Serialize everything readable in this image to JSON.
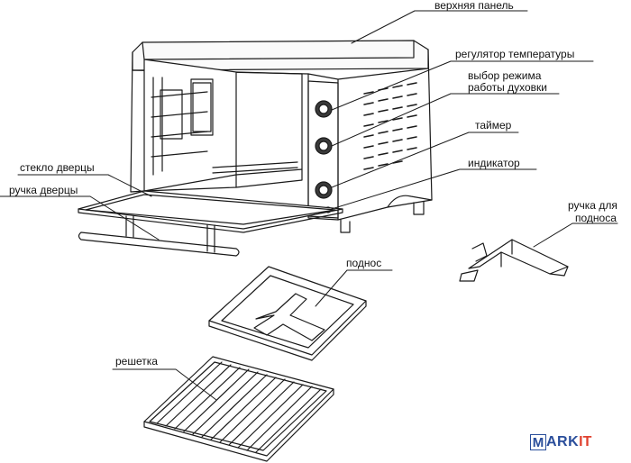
{
  "labels": {
    "top_panel": "верхняя панель",
    "temp_regulator": "регулятор температуры",
    "mode_line1": "выбор режима",
    "mode_line2": "работы духовки",
    "timer": "таймер",
    "indicator": "индикатор",
    "door_glass": "стекло дверцы",
    "door_handle": "ручка дверцы",
    "tray_handle_line1": "ручка для",
    "tray_handle_line2": "подноса",
    "tray": "поднос",
    "rack": "решетка"
  },
  "brand": {
    "letter": "M",
    "rest": "ARK",
    "accent": "IT"
  },
  "colors": {
    "line": "#1a1a1a",
    "brand_blue": "#2a4e9b",
    "brand_red": "#e0412f"
  }
}
